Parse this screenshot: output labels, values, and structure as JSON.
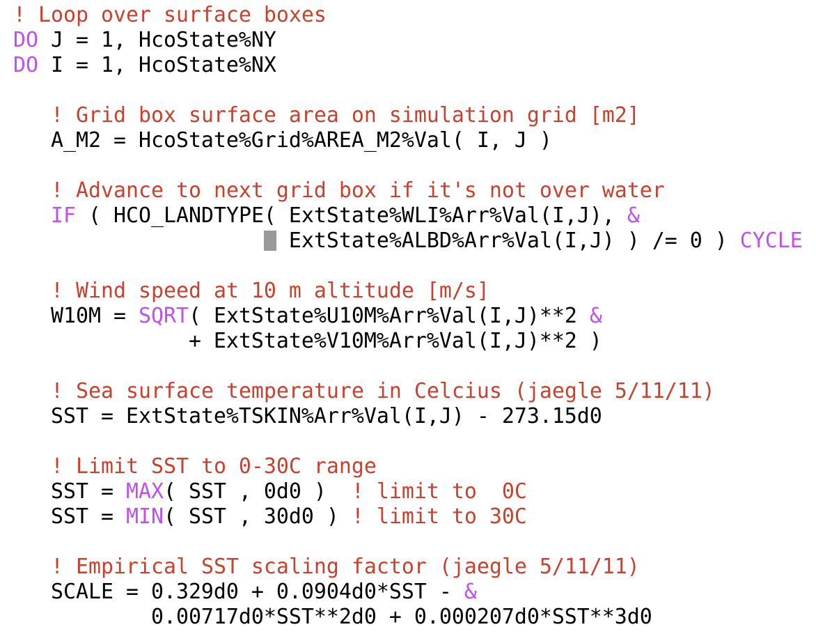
{
  "editor": {
    "language": "Fortran",
    "colors": {
      "comment": "#c8412e",
      "keyword": "#c050f0",
      "text": "#000000",
      "cursor": "#999999",
      "background": "#ffffff"
    },
    "lines": [
      [
        {
          "t": "cmt",
          "v": "! Loop over surface boxes"
        }
      ],
      [
        {
          "t": "kw",
          "v": "DO"
        },
        {
          "t": "plain",
          "v": " J = 1, HcoState%NY"
        }
      ],
      [
        {
          "t": "kw",
          "v": "DO"
        },
        {
          "t": "plain",
          "v": " I = 1, HcoState%NX"
        }
      ],
      [],
      [
        {
          "t": "plain",
          "v": "   "
        },
        {
          "t": "cmt",
          "v": "! Grid box surface area on simulation grid [m2]"
        }
      ],
      [
        {
          "t": "plain",
          "v": "   A_M2 = HcoState%Grid%AREA_M2%Val( I, J )"
        }
      ],
      [],
      [
        {
          "t": "plain",
          "v": "   "
        },
        {
          "t": "cmt",
          "v": "! Advance to next grid box if it's not over water"
        }
      ],
      [
        {
          "t": "plain",
          "v": "   "
        },
        {
          "t": "kw",
          "v": "IF"
        },
        {
          "t": "plain",
          "v": " ( HCO_LANDTYPE( ExtState%WLI%Arr%Val(I,J), "
        },
        {
          "t": "kw",
          "v": "&"
        }
      ],
      [
        {
          "t": "plain",
          "v": "                    "
        },
        {
          "t": "cursor",
          "v": ""
        },
        {
          "t": "plain",
          "v": " ExtState%ALBD%Arr%Val(I,J) ) /= 0 ) "
        },
        {
          "t": "kw",
          "v": "CYCLE"
        }
      ],
      [],
      [
        {
          "t": "plain",
          "v": "   "
        },
        {
          "t": "cmt",
          "v": "! Wind speed at 10 m altitude [m/s]"
        }
      ],
      [
        {
          "t": "plain",
          "v": "   W10M = "
        },
        {
          "t": "kw",
          "v": "SQRT"
        },
        {
          "t": "plain",
          "v": "( ExtState%U10M%Arr%Val(I,J)**2 "
        },
        {
          "t": "kw",
          "v": "&"
        }
      ],
      [
        {
          "t": "plain",
          "v": "              + ExtState%V10M%Arr%Val(I,J)**2 )"
        }
      ],
      [],
      [
        {
          "t": "plain",
          "v": "   "
        },
        {
          "t": "cmt",
          "v": "! Sea surface temperature in Celcius (jaegle 5/11/11)"
        }
      ],
      [
        {
          "t": "plain",
          "v": "   SST = ExtState%TSKIN%Arr%Val(I,J) - 273.15d0"
        }
      ],
      [],
      [
        {
          "t": "plain",
          "v": "   "
        },
        {
          "t": "cmt",
          "v": "! Limit SST to 0-30C range"
        }
      ],
      [
        {
          "t": "plain",
          "v": "   SST = "
        },
        {
          "t": "kw",
          "v": "MAX"
        },
        {
          "t": "plain",
          "v": "( SST , 0d0 )  "
        },
        {
          "t": "cmt",
          "v": "! limit to  0C"
        }
      ],
      [
        {
          "t": "plain",
          "v": "   SST = "
        },
        {
          "t": "kw",
          "v": "MIN"
        },
        {
          "t": "plain",
          "v": "( SST , 30d0 ) "
        },
        {
          "t": "cmt",
          "v": "! limit to 30C"
        }
      ],
      [],
      [
        {
          "t": "plain",
          "v": "   "
        },
        {
          "t": "cmt",
          "v": "! Empirical SST scaling factor (jaegle 5/11/11)"
        }
      ],
      [
        {
          "t": "plain",
          "v": "   SCALE = 0.329d0 + 0.0904d0*SST - "
        },
        {
          "t": "kw",
          "v": "&"
        }
      ],
      [
        {
          "t": "plain",
          "v": "           0.00717d0*SST**2d0 + 0.000207d0*SST**3d0"
        }
      ]
    ]
  }
}
